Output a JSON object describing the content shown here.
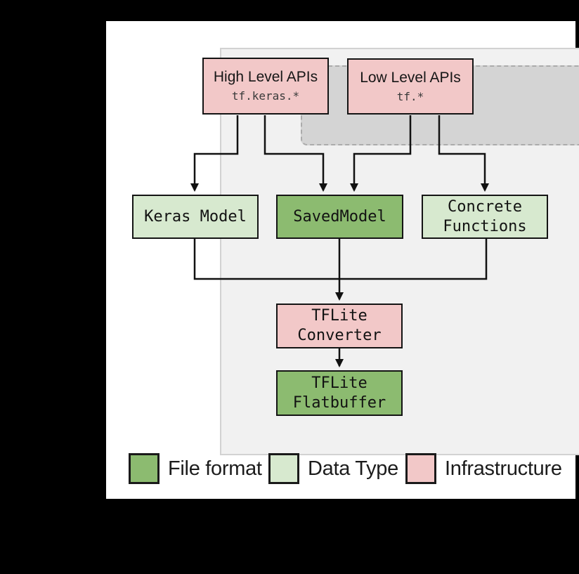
{
  "diagram": {
    "nodes": {
      "high": {
        "title": "High Level APIs",
        "subtitle": "tf.keras.*",
        "category": "Infrastructure"
      },
      "low": {
        "title": "Low Level APIs",
        "subtitle": "tf.*",
        "category": "Infrastructure"
      },
      "keras": {
        "label": "Keras Model",
        "category": "Data Type"
      },
      "saved": {
        "label": "SavedModel",
        "category": "File format"
      },
      "concrete": {
        "label": "Concrete Functions",
        "category": "Data Type"
      },
      "converter": {
        "label": "TFLite Converter",
        "category": "Infrastructure"
      },
      "flatbuffer": {
        "label": "TFLite Flatbuffer",
        "category": "File format"
      }
    },
    "edges": [
      "High Level APIs -> Keras Model",
      "High Level APIs -> SavedModel",
      "Low Level APIs -> SavedModel",
      "Low Level APIs -> Concrete Functions",
      "Keras Model -> TFLite Converter",
      "SavedModel -> TFLite Converter",
      "Concrete Functions -> TFLite Converter",
      "TFLite Converter -> TFLite Flatbuffer"
    ],
    "colors": {
      "file_format": "#8cbb70",
      "data_type": "#d7e9cf",
      "infrastructure": "#f2c8c8",
      "group_background": "#d4d4d4",
      "panel_background": "#f1f1f1",
      "line": "#111111"
    },
    "legend": [
      {
        "label": "File format",
        "color": "#8cbb70"
      },
      {
        "label": "Data Type",
        "color": "#d7e9cf"
      },
      {
        "label": "Infrastructure",
        "color": "#f2c8c8"
      }
    ]
  }
}
